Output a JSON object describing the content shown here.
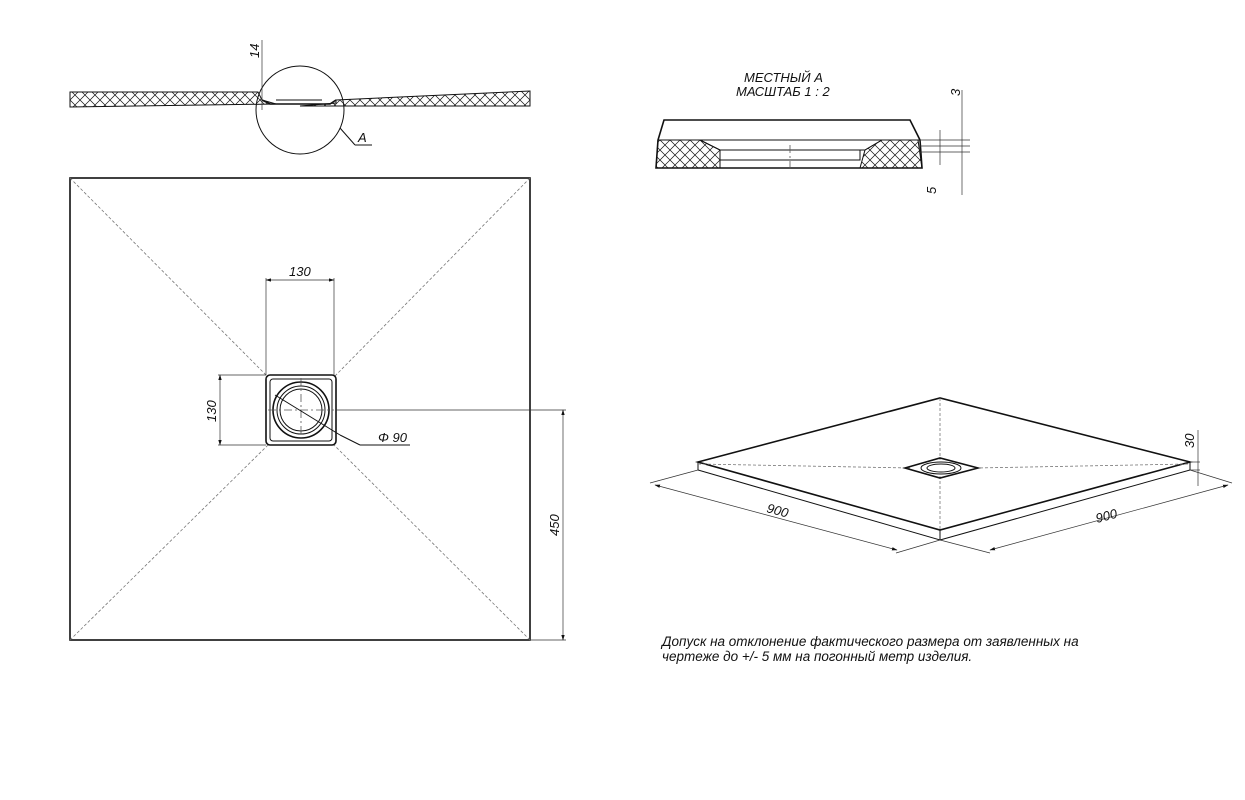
{
  "section_view": {
    "dim_thickness": "14",
    "callout_label": "A"
  },
  "plan_view": {
    "dim_drain_width": "130",
    "dim_drain_height": "130",
    "dim_drain_diameter": "Φ 90",
    "dim_half_side": "450"
  },
  "detail_view": {
    "title_line1": "МЕСТНЫЙ А",
    "title_line2": "МАСШТАБ 1 : 2",
    "dim_top": "3",
    "dim_bottom": "5"
  },
  "iso_view": {
    "dim_length_left": "900",
    "dim_length_right": "900",
    "dim_height": "30"
  },
  "note": {
    "line1": "Допуск на отклонение фактического размера от заявленных на",
    "line2": "чертеже до +/- 5 мм на погонный метр изделия."
  }
}
